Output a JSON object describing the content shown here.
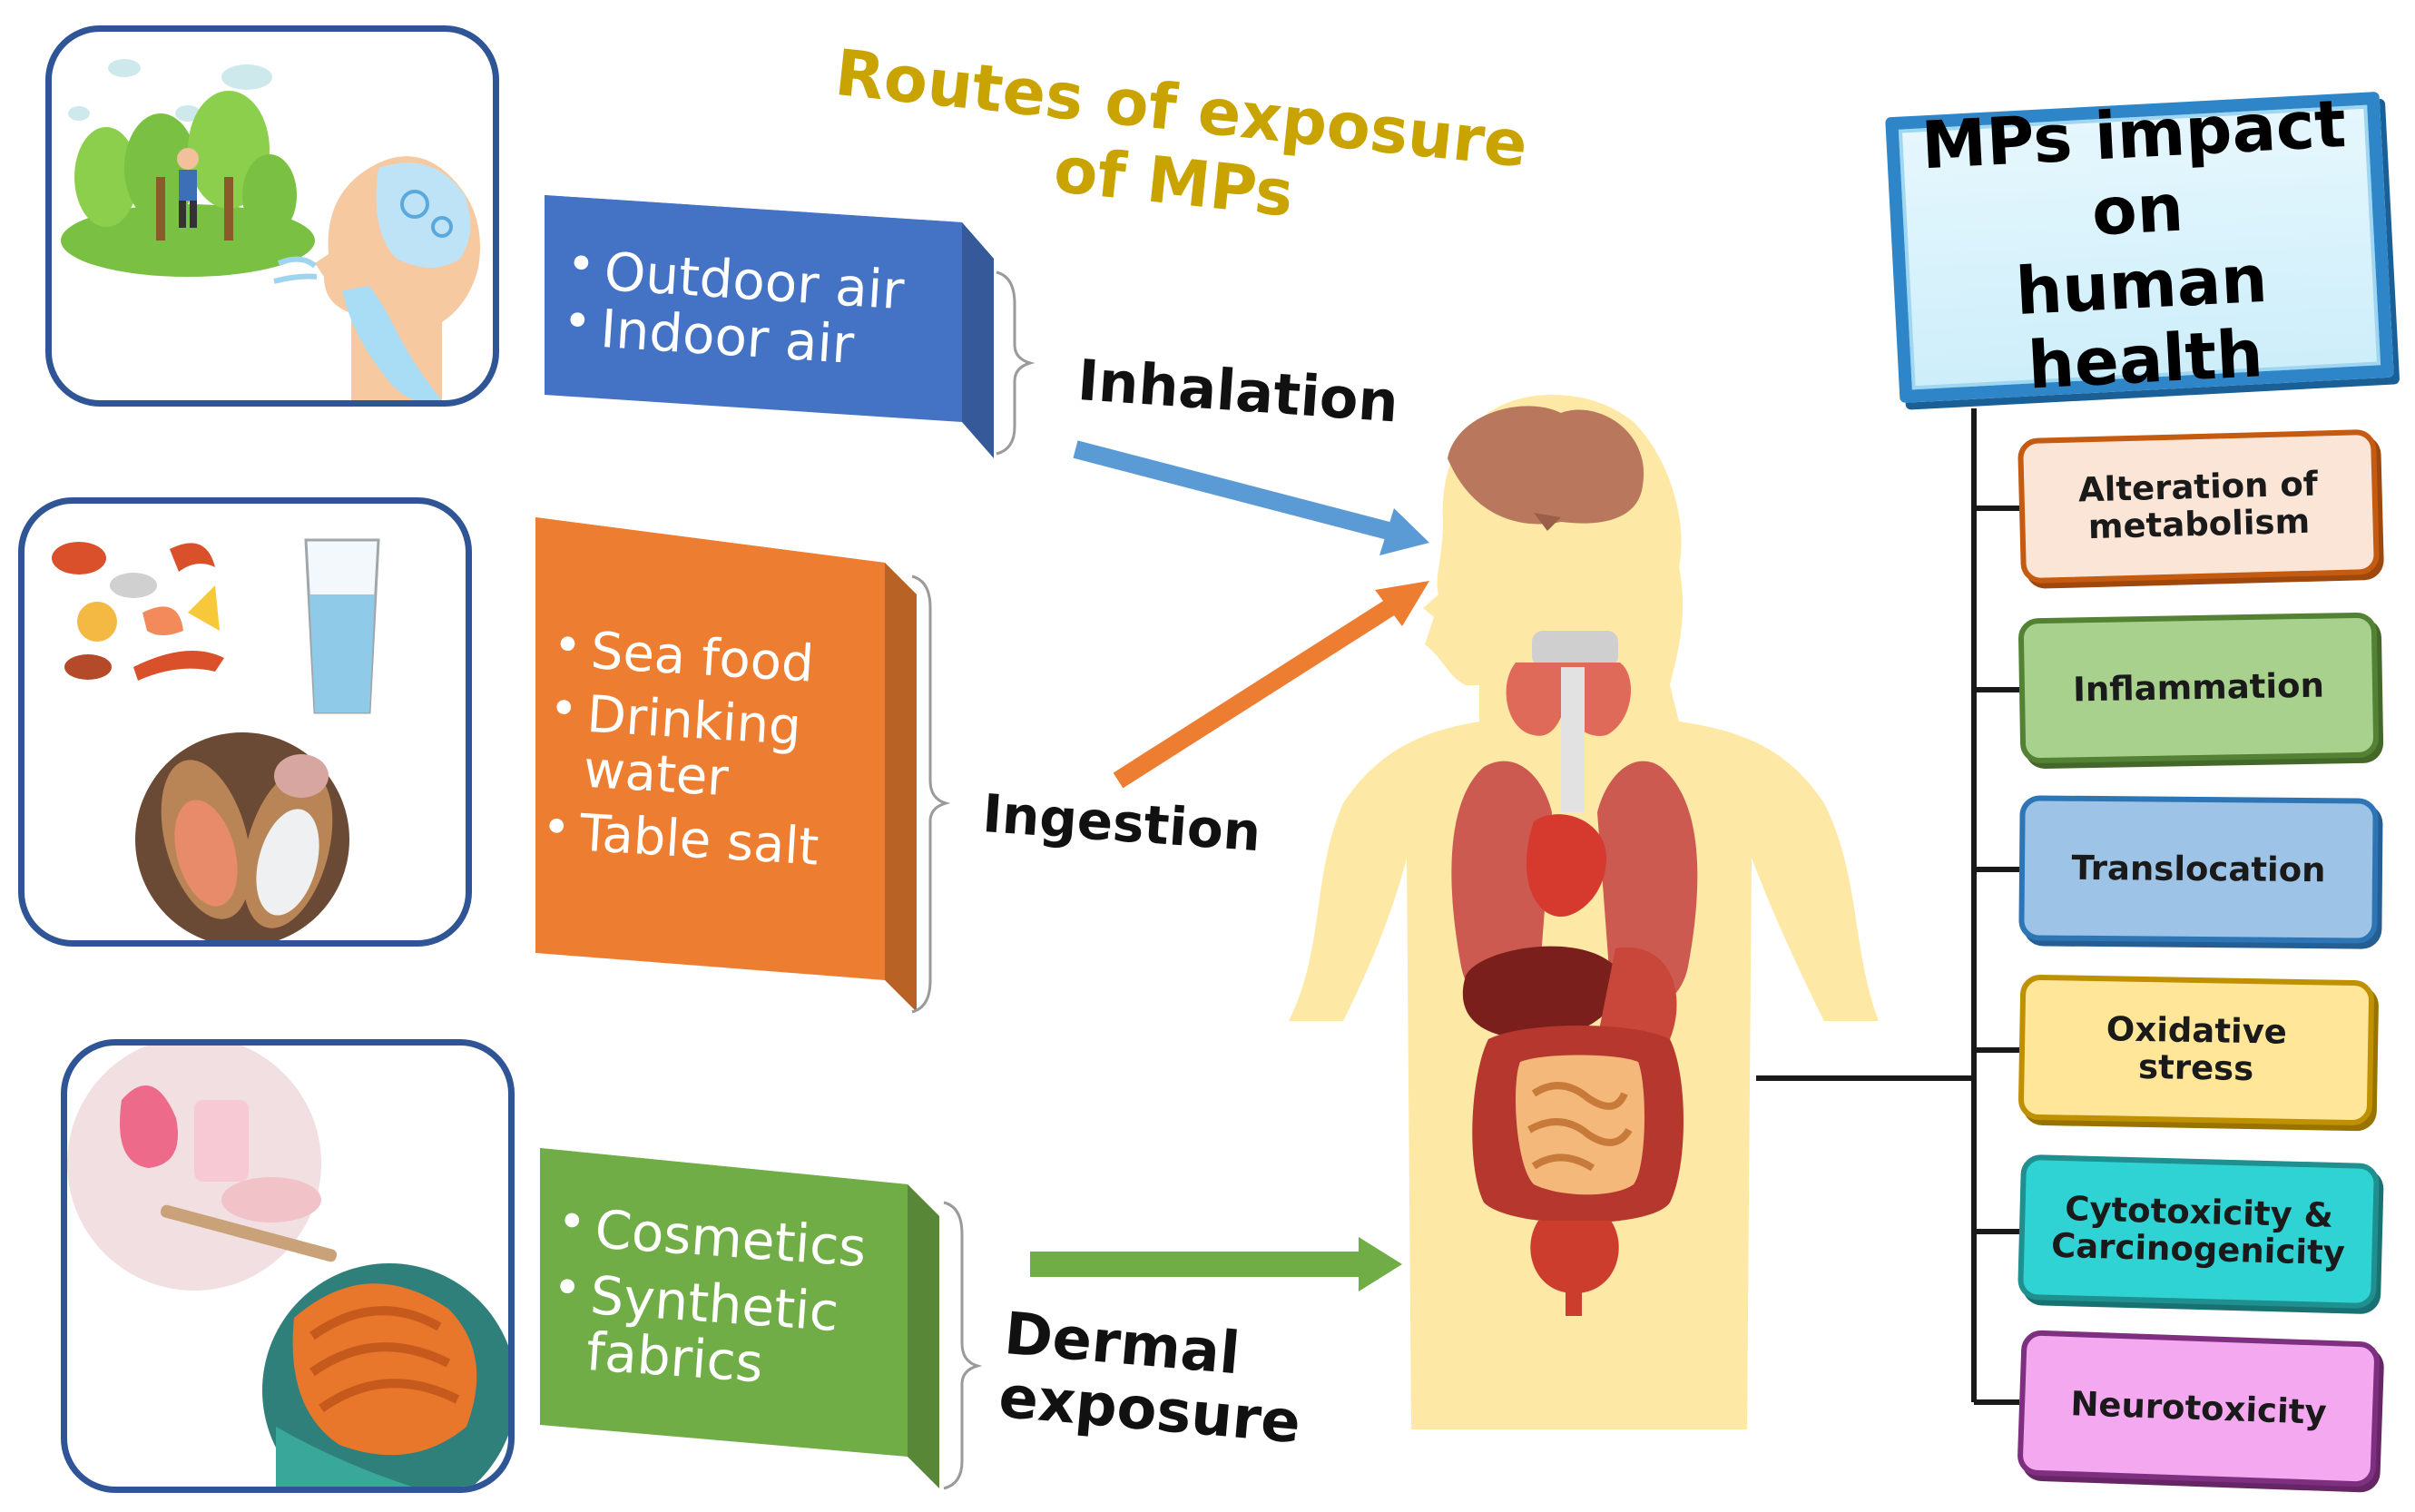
{
  "title": {
    "line1": "Routes of exposure",
    "line2": "of MPs"
  },
  "routes": {
    "inhalation": {
      "label": "Inhalation",
      "items": [
        "Outdoor air",
        "Indoor air"
      ],
      "color": "#4472c4",
      "arrow_color": "#5b9bd5"
    },
    "ingestion": {
      "label": "Ingestion",
      "items": [
        "Sea food",
        "Drinking water",
        "Table salt"
      ],
      "color": "#ed7d31",
      "arrow_color": "#ed7d31"
    },
    "dermal": {
      "label_line1": "Dermal",
      "label_line2": "exposure",
      "items": [
        "Cosmetics",
        "Synthetic fabrics"
      ],
      "color": "#70ad47",
      "arrow_color": "#70ad47"
    }
  },
  "impact": {
    "title_line1": "MPs impact on",
    "title_line2": "human health",
    "effects": [
      {
        "label": "Alteration of metabolism",
        "fill": "#fbe5d6",
        "border": "#c55a11"
      },
      {
        "label": "Inflammation",
        "fill": "#a9d18e",
        "border": "#548235"
      },
      {
        "label": "Translocation",
        "fill": "#9dc3e6",
        "border": "#2e75b6"
      },
      {
        "label": "Oxidative stress",
        "fill": "#ffe699",
        "border": "#bf9000"
      },
      {
        "label": "Cytotoxicity & Carcinogenicity",
        "fill": "#2fd3d3",
        "border": "#1f8f8f"
      },
      {
        "label": "Neurotoxicity",
        "fill": "#f4a8f0",
        "border": "#7f2f80"
      }
    ]
  },
  "colors": {
    "frame": "#2f5597",
    "body": "#fde8a6",
    "title": "#c9a300"
  },
  "icons": [
    "breathing-person-illustration",
    "food-and-water-illustration",
    "salt-spoons-illustration",
    "cosmetics-illustration",
    "fabric-illustration",
    "human-body-organs-illustration"
  ]
}
